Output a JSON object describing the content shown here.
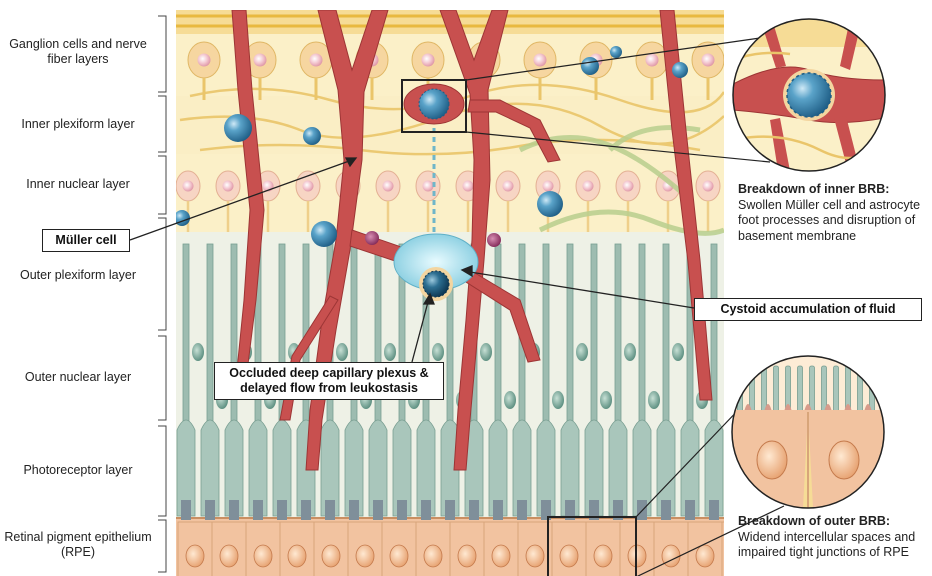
{
  "layers": [
    {
      "label": "Ganglion cells and nerve fiber layers"
    },
    {
      "label": "Inner plexiform layer"
    },
    {
      "label": "Inner nuclear layer"
    },
    {
      "label": "Outer plexiform layer"
    },
    {
      "label": "Outer nuclear layer"
    },
    {
      "label": "Photoreceptor layer"
    },
    {
      "label": "Retinal pigment epithelium (RPE)"
    }
  ],
  "callouts": {
    "muller_cell": "Müller cell",
    "occluded": "Occluded deep capillary plexus & delayed flow from leukostasis",
    "cystoid": "Cystoid accumulation of fluid"
  },
  "notes": {
    "inner_brb": {
      "title": "Breakdown of inner BRB:",
      "body": "Swollen Müller cell and astrocyte foot processes and disruption of basement membrane"
    },
    "outer_brb": {
      "title": "Breakdown of outer BRB:",
      "body": "Widend intercellular spaces and impaired tight junctions of RPE"
    }
  },
  "colors": {
    "vessel": "#c8504f",
    "cell_blue": "#3b86b0",
    "rod_green": "#8fb3a6",
    "inner_bg": "#fbf0c8",
    "rpe": "#f2c3a0"
  }
}
